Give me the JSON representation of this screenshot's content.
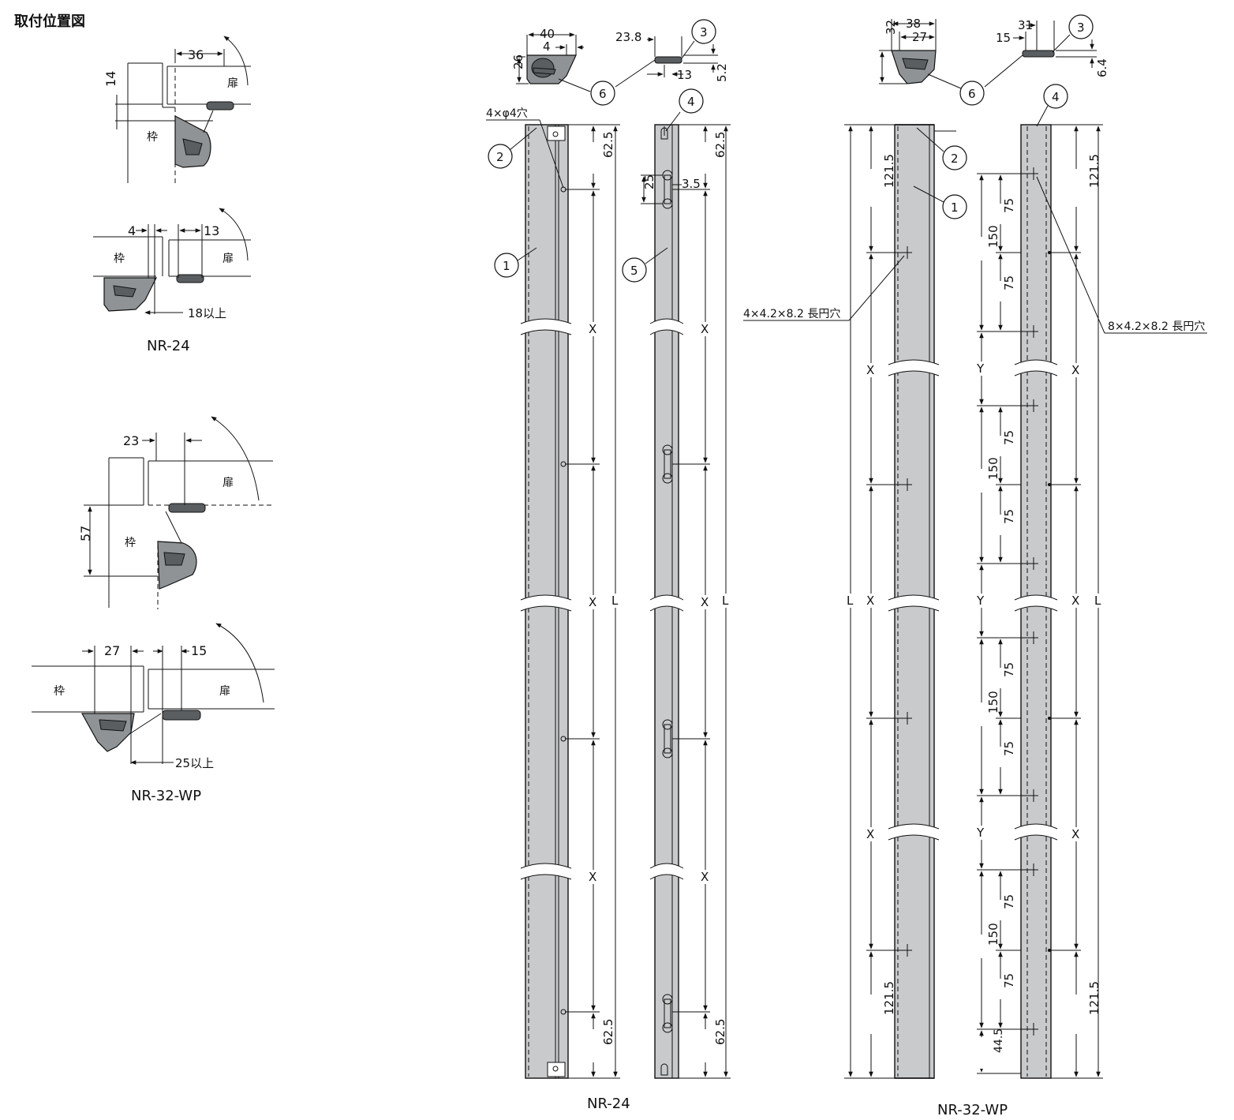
{
  "header": {
    "title": "取付位置図"
  },
  "labels": {
    "frame": "枠",
    "door": "扉",
    "L": "L",
    "X": "X",
    "Y": "Y"
  },
  "models": {
    "nr24": "NR-24",
    "nr32wp": "NR-32-WP"
  },
  "install_nr24_a": {
    "d36": "36",
    "d14": "14"
  },
  "install_nr24_b": {
    "d4": "4",
    "d13": "13",
    "d18": "18以上"
  },
  "install_nr32_a": {
    "d23": "23",
    "d57": "57"
  },
  "install_nr32_b": {
    "d27": "27",
    "d15": "15",
    "d25": "25以上"
  },
  "nr24_top": {
    "d40": "40",
    "d4": "4",
    "d26": "26",
    "d238": "23.8",
    "d13": "13",
    "d52": "5.2"
  },
  "nr24_bars": {
    "hole_note": "4×φ4穴",
    "d625": "62.5",
    "d25": "25",
    "d35": "3.5"
  },
  "nr32_top": {
    "d38": "38",
    "d27": "27",
    "d32": "32",
    "d31": "31",
    "d15": "15",
    "d64": "6.4"
  },
  "nr32_bars": {
    "slot4": "4×4.2×8.2 長円穴",
    "slot8": "8×4.2×8.2 長円穴",
    "d1215": "121.5",
    "d150": "150",
    "d75": "75",
    "d445": "44.5"
  },
  "callouts": {
    "c1": "1",
    "c2": "2",
    "c3": "3",
    "c4": "4",
    "c5": "5",
    "c6": "6"
  }
}
